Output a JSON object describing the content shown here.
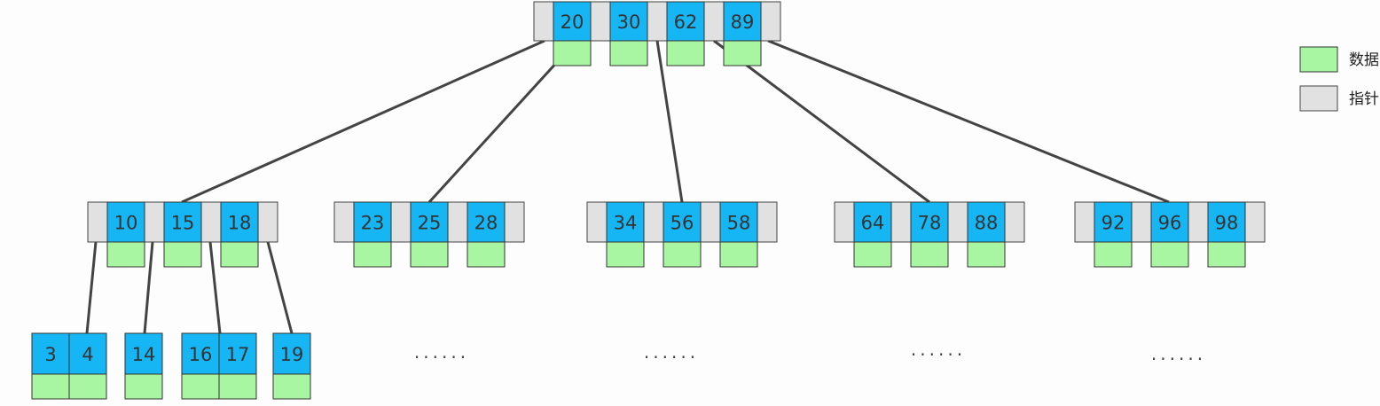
{
  "colors": {
    "key": "#16b6f5",
    "data": "#a8f5a2",
    "pointer": "#e1e1e1",
    "edge": "#444444"
  },
  "root": {
    "keys": [
      "20",
      "30",
      "62",
      "89"
    ]
  },
  "level2": [
    {
      "keys": [
        "10",
        "15",
        "18"
      ]
    },
    {
      "keys": [
        "23",
        "25",
        "28"
      ]
    },
    {
      "keys": [
        "34",
        "56",
        "58"
      ]
    },
    {
      "keys": [
        "64",
        "78",
        "88"
      ]
    },
    {
      "keys": [
        "92",
        "96",
        "98"
      ]
    }
  ],
  "leaves": [
    {
      "keys": [
        "3",
        "4"
      ]
    },
    {
      "keys": [
        "14"
      ]
    },
    {
      "keys": [
        "16",
        "17"
      ]
    },
    {
      "keys": [
        "19"
      ]
    }
  ],
  "ellipses": [
    "......",
    "......",
    "......",
    "......"
  ],
  "legend": [
    {
      "label": "数据",
      "kind": "data"
    },
    {
      "label": "指针",
      "kind": "pointer"
    }
  ]
}
